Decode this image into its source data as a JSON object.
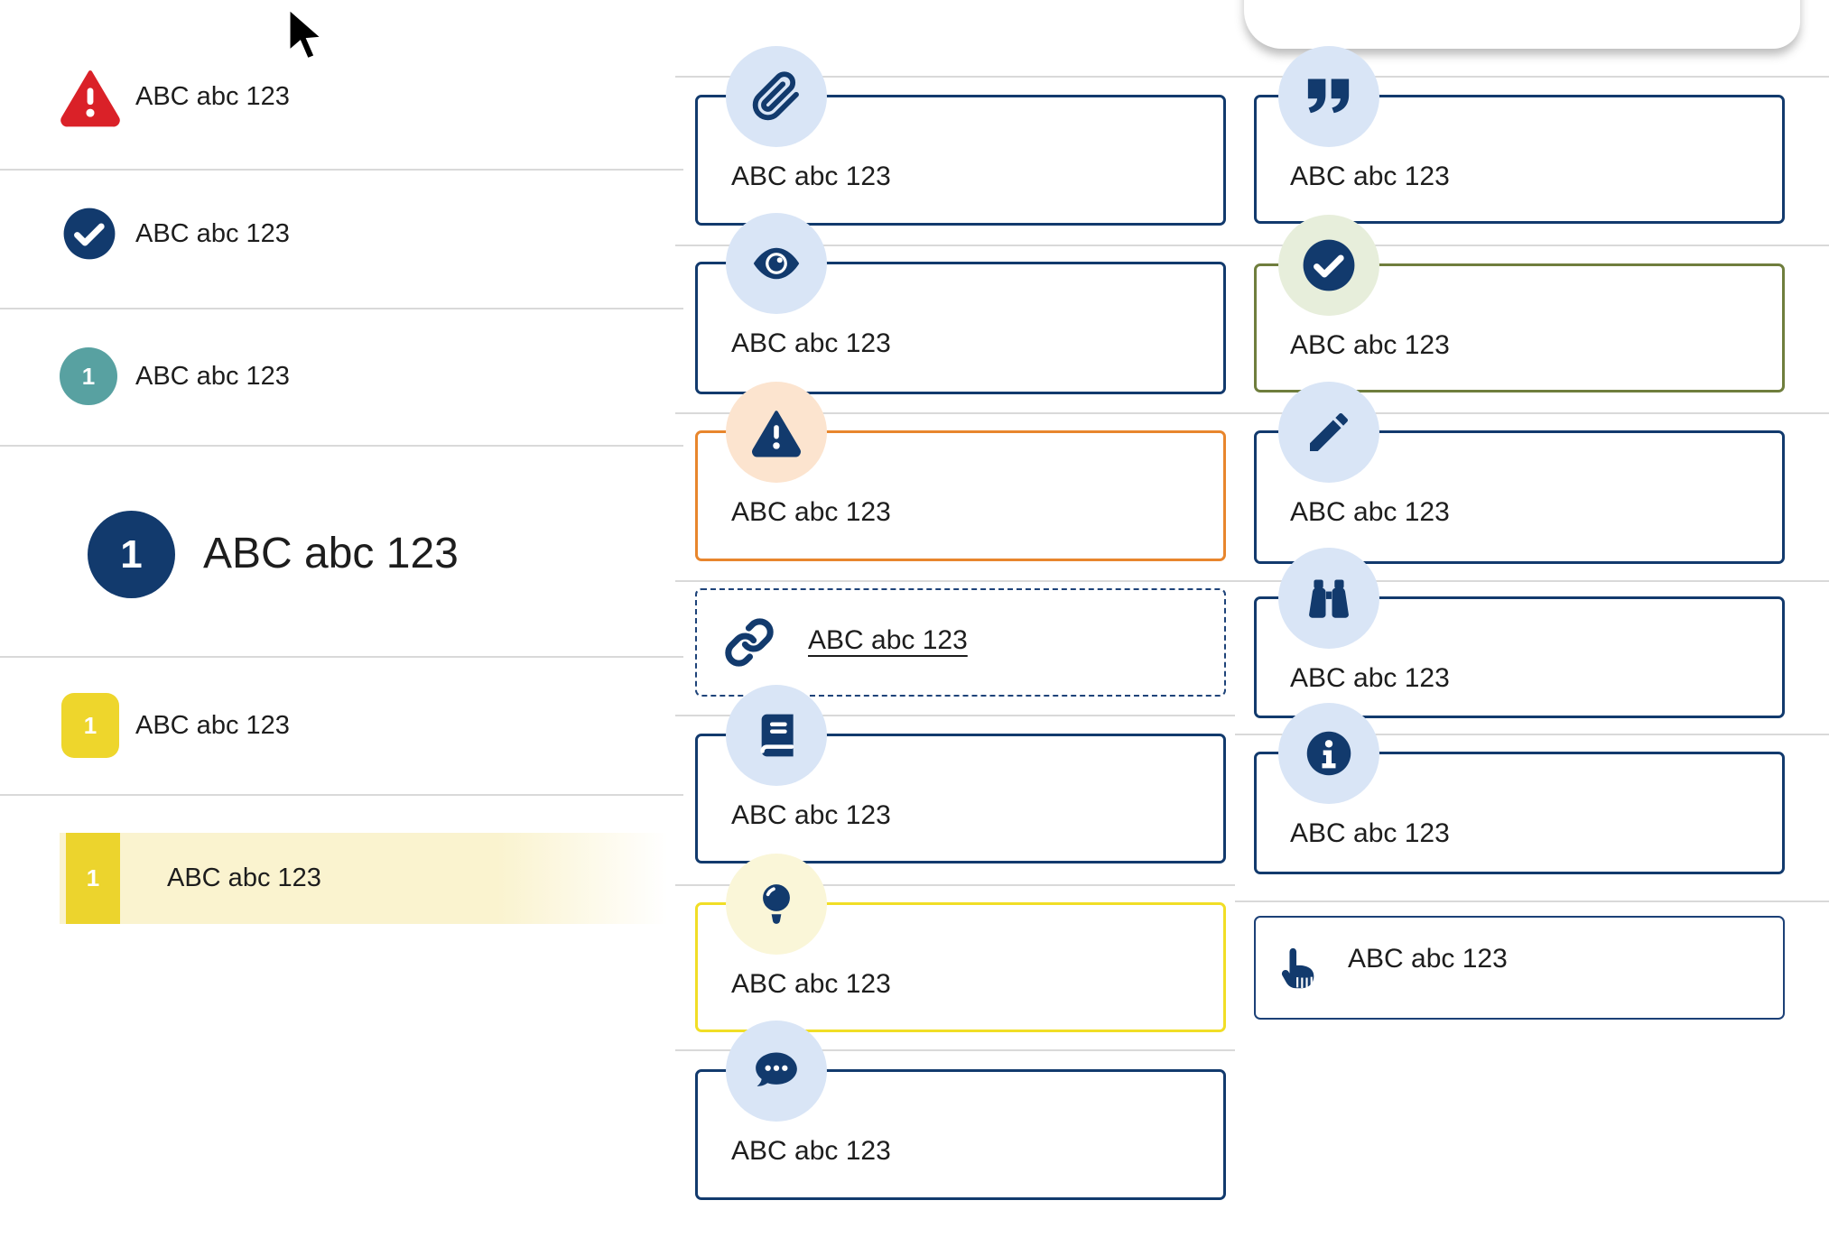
{
  "colors": {
    "navy": "#123a6d",
    "text": "#1d1d1d",
    "light_blue_circle": "#d9e5f6",
    "peach_circle": "#fce4cf",
    "cream_circle": "#faf6d8",
    "light_green_circle": "#e7eedb",
    "red": "#da2128",
    "teal": "#58a1a1",
    "yellow_badge": "#eed62c",
    "yellow_border": "#f1de26",
    "orange_border": "#e8862d",
    "olive_border": "#6f7e3d",
    "highlight_band": "#faf3cf",
    "divider": "#d9d9d9"
  },
  "left_list": {
    "items": [
      {
        "icon": "alert-triangle-icon",
        "label": "ABC abc 123"
      },
      {
        "icon": "check-circle-icon",
        "label": "ABC abc 123"
      },
      {
        "icon": "teal-number-badge",
        "badge": "1",
        "label": "ABC abc 123"
      },
      {
        "icon": "navy-number-badge",
        "badge": "1",
        "label": "ABC abc 123"
      },
      {
        "icon": "yellow-number-badge",
        "badge": "1",
        "label": "ABC abc 123"
      },
      {
        "icon": "yellow-number-badge",
        "badge": "1",
        "label": "ABC abc 123",
        "highlighted": true
      }
    ]
  },
  "middle_column": {
    "cards": [
      {
        "icon": "paperclip-icon",
        "label": "ABC abc 123",
        "variant": "navy",
        "circle": "blue"
      },
      {
        "icon": "eye-icon",
        "label": "ABC abc 123",
        "variant": "navy",
        "circle": "blue"
      },
      {
        "icon": "alert-triangle-icon",
        "label": "ABC abc 123",
        "variant": "orange",
        "circle": "peach"
      },
      {
        "icon": "link-icon",
        "label": "ABC abc 123",
        "variant": "dashed",
        "circle": null,
        "link": true
      },
      {
        "icon": "book-icon",
        "label": "ABC abc 123",
        "variant": "navy",
        "circle": "blue"
      },
      {
        "icon": "lightbulb-icon",
        "label": "ABC abc 123",
        "variant": "yellow",
        "circle": "cream"
      },
      {
        "icon": "chat-icon",
        "label": "ABC abc 123",
        "variant": "navy",
        "circle": "blue"
      }
    ]
  },
  "right_column": {
    "cards": [
      {
        "icon": "quote-icon",
        "label": "ABC abc 123",
        "variant": "navy",
        "circle": "blue"
      },
      {
        "icon": "check-circle-icon",
        "label": "ABC abc 123",
        "variant": "olive",
        "circle": "green"
      },
      {
        "icon": "pencil-icon",
        "label": "ABC abc 123",
        "variant": "navy",
        "circle": "blue"
      },
      {
        "icon": "binoculars-icon",
        "label": "ABC abc 123",
        "variant": "navy",
        "circle": "blue"
      },
      {
        "icon": "info-icon",
        "label": "ABC abc 123",
        "variant": "navy",
        "circle": "blue"
      },
      {
        "icon": "hand-pointer-icon",
        "label": "ABC abc 123",
        "variant": "navy-thin",
        "circle": null
      }
    ]
  }
}
